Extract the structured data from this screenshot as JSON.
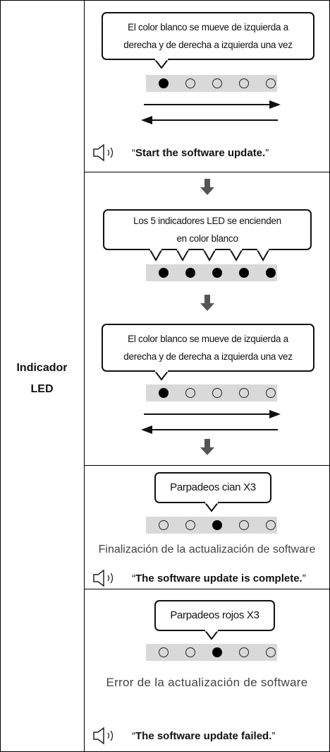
{
  "row_label": {
    "line1": "Indicador",
    "line2": "LED"
  },
  "stage1": {
    "bubble_line1": "El color blanco se mueve de izquierda a",
    "bubble_line2": "derecha y de derecha a izquierda una vez",
    "leds": [
      true,
      false,
      false,
      false,
      false
    ],
    "voice_open": "“",
    "voice_text": "Start the software update.",
    "voice_close": "”",
    "sound_icon": "speaker-icon"
  },
  "stage2": {
    "bubble_line1": "Los 5 indicadores LED se encienden",
    "bubble_line2": "en color blanco",
    "leds": [
      true,
      true,
      true,
      true,
      true
    ]
  },
  "stage3": {
    "bubble_line1": "El color blanco se mueve de izquierda a",
    "bubble_line2": "derecha y de derecha a izquierda una vez",
    "leds": [
      true,
      false,
      false,
      false,
      false
    ]
  },
  "stage4": {
    "bubble": "Parpadeos cian X3",
    "leds": [
      false,
      false,
      true,
      false,
      false
    ],
    "caption": "Finalización de la actualización de software",
    "voice_open": "“",
    "voice_text": "The software update is complete.",
    "voice_close": "”"
  },
  "stage5": {
    "bubble": "Parpadeos rojos X3",
    "leds": [
      false,
      false,
      true,
      false,
      false
    ],
    "caption": "Error de la actualización de software",
    "voice_open": "“",
    "voice_text": "The software update failed.",
    "voice_close": "”"
  }
}
